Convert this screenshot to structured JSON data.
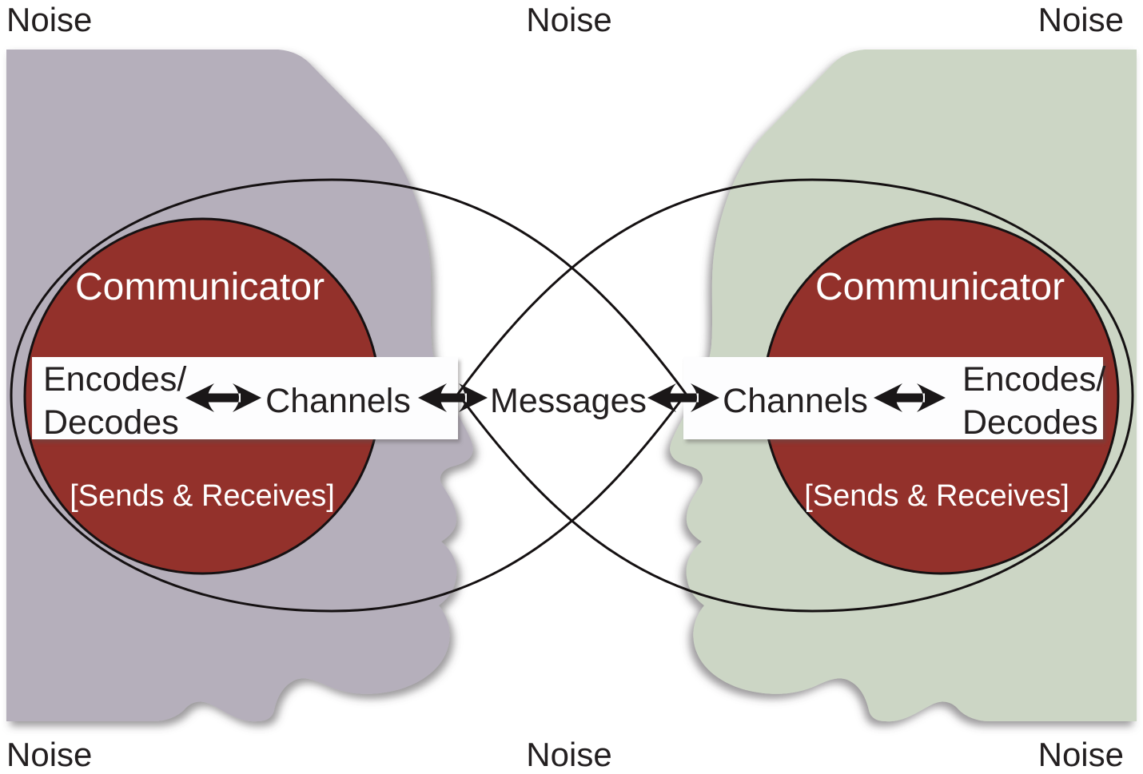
{
  "diagram": {
    "description": "Transactional model of communication with two facing head silhouettes",
    "labels": {
      "noise": "Noise",
      "communicator": "Communicator",
      "encodes_line1": "Encodes/",
      "encodes_line2": "Decodes",
      "channels": "Channels",
      "messages": "Messages",
      "sends_receives": "[Sends & Receives]"
    },
    "noise_positions": [
      "top-left",
      "top-center",
      "top-right",
      "bottom-left",
      "bottom-center",
      "bottom-right"
    ],
    "colors": {
      "left_head_fill": "#b5afbb",
      "right_head_fill": "#ccd6c5",
      "communicator_circle_fill": "#93312b",
      "outline_stroke": "#151112",
      "text_dark": "#231f20",
      "text_light": "#ffffff",
      "band_fill": "#fdfdfe",
      "background": "#ffffff"
    }
  }
}
